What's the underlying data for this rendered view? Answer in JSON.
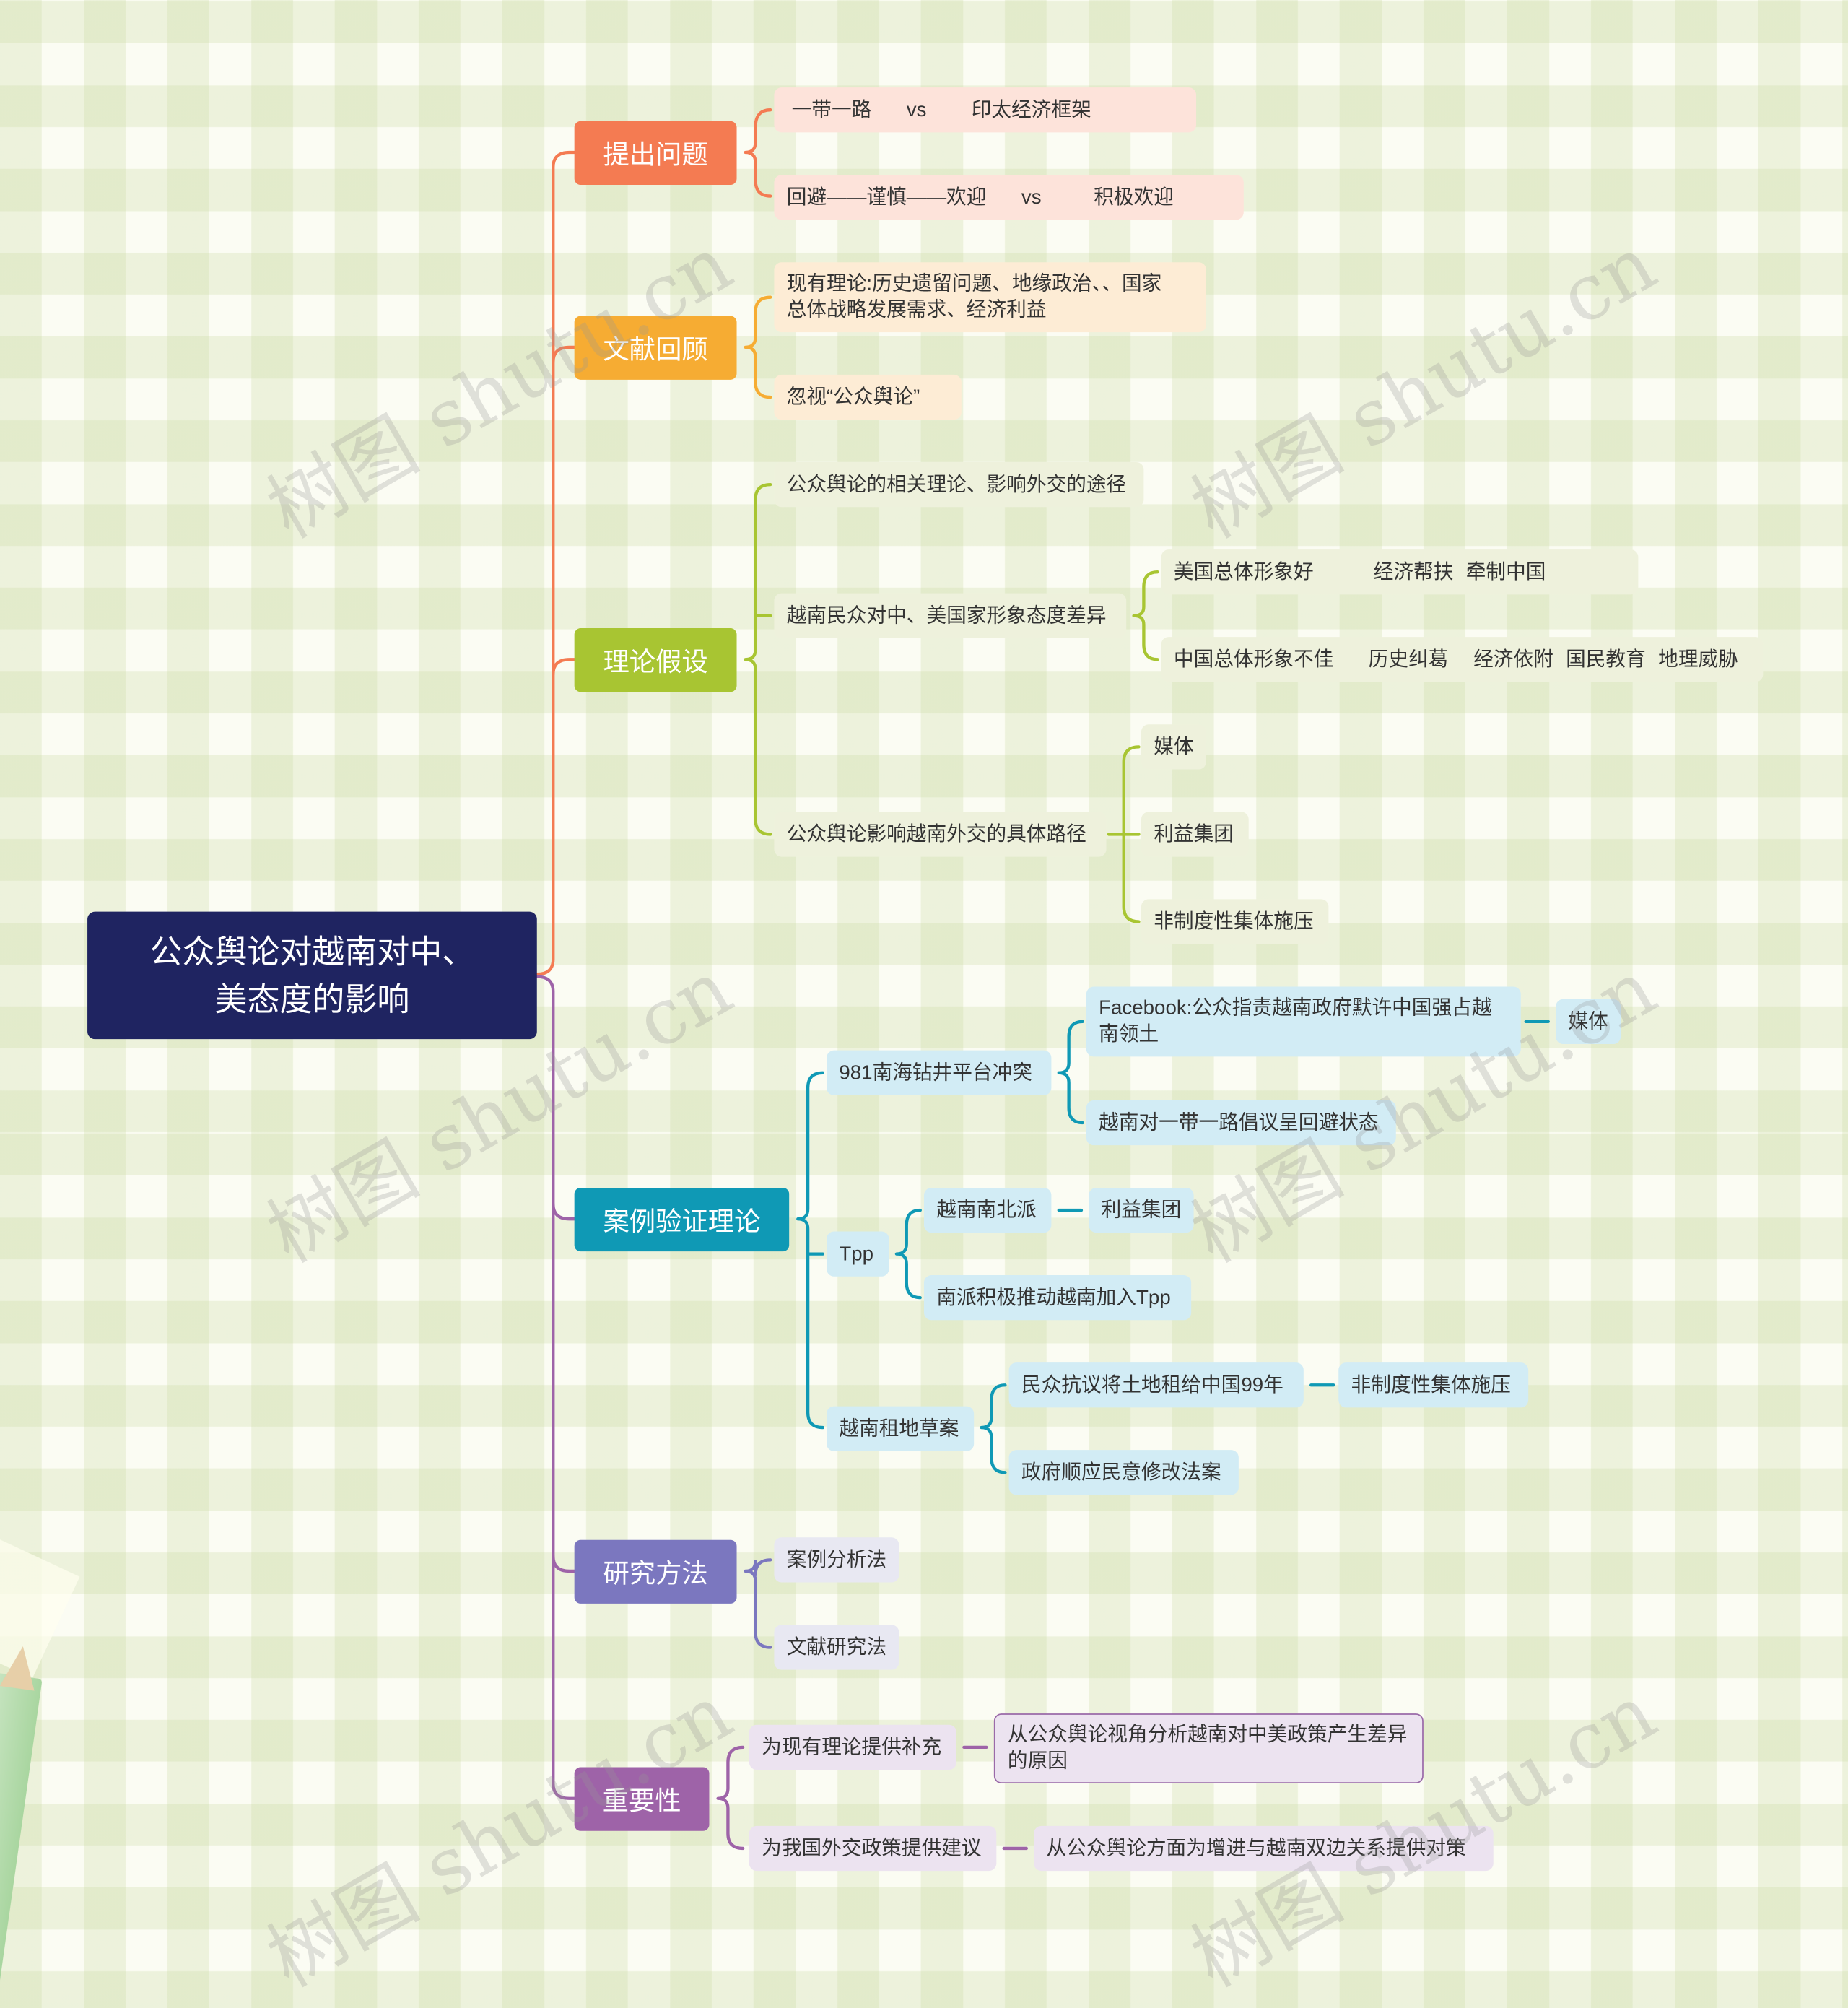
{
  "root": {
    "line1": "公众舆论对越南对中、",
    "line2": "美态度的影响"
  },
  "colors": {
    "root": "#1f2461",
    "b1": "#f47b52",
    "b2": "#f6ac33",
    "b3": "#a8c532",
    "b4": "#0f99b5",
    "b5": "#7b77bf",
    "b6": "#9e63a8"
  },
  "b1": {
    "label": "提出问题",
    "c1": {
      "a": "一带一路",
      "b": "vs",
      "c": "印太经济框架"
    },
    "c2": {
      "a": "回避——谨慎——欢迎",
      "b": "vs",
      "c": "积极欢迎"
    }
  },
  "b2": {
    "label": "文献回顾",
    "c1": {
      "l1": "现有理论:历史遗留问题、地缘政治、、国家",
      "l2": "总体战略发展需求、经济利益"
    },
    "c2": "忽视“公众舆论”"
  },
  "b3": {
    "label": "理论假设",
    "c1": "公众舆论的相关理论、影响外交的途径",
    "c2": {
      "label": "越南民众对中、美国家形象态度差异",
      "g1": {
        "a": "美国总体形象好",
        "b": "经济帮扶",
        "c": "牵制中国"
      },
      "g2": {
        "a": "中国总体形象不佳",
        "b": "历史纠葛",
        "c": "经济依附",
        "d": "国民教育",
        "e": "地理威胁"
      }
    },
    "c3": {
      "label": "公众舆论影响越南外交的具体路径",
      "g1": "媒体",
      "g2": "利益集团",
      "g3": "非制度性集体施压"
    }
  },
  "b4": {
    "label": "案例验证理论",
    "c1": {
      "label": "981南海钻井平台冲突",
      "g1": {
        "l1": "Facebook:公众指责越南政府默许中国强占越",
        "l2": "南领土",
        "tag": "媒体"
      },
      "g2": "越南对一带一路倡议呈回避状态"
    },
    "c2": {
      "label": "Tpp",
      "g1": {
        "text": "越南南北派",
        "tag": "利益集团"
      },
      "g2": "南派积极推动越南加入Tpp"
    },
    "c3": {
      "label": "越南租地草案",
      "g1": {
        "text": "民众抗议将土地租给中国99年",
        "tag": "非制度性集体施压"
      },
      "g2": "政府顺应民意修改法案"
    }
  },
  "b5": {
    "label": "研究方法",
    "c1": "案例分析法",
    "c2": "文献研究法"
  },
  "b6": {
    "label": "重要性",
    "c1": {
      "text": "为现有理论提供补充",
      "l1": "从公众舆论视角分析越南对中美政策产生差异",
      "l2": "的原因"
    },
    "c2": {
      "text": "为我国外交政策提供建议",
      "tag": "从公众舆论方面为增进与越南双边关系提供对策"
    }
  },
  "watermark": "树图 shutu.cn"
}
